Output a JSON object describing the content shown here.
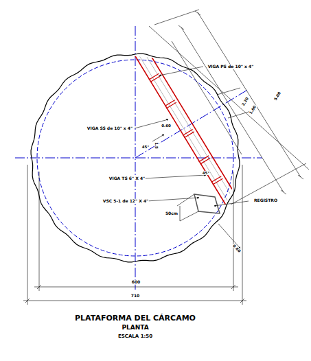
{
  "diagram": {
    "title": "PLATAFORMA DEL CÁRCAMO",
    "labels": [
      "VIGA PS de 10\" x 4\"",
      "VIGA SS de 10\" x 4\"",
      "VIGA TS 6\" X 4\"",
      "VSC 5-1 de 12\" X 4\"",
      "REGISTRO",
      "50cm",
      "0.60",
      "600",
      "710",
      "45°",
      "0.60",
      "45°",
      "1.5",
      "2.20",
      "1.60",
      "5.00",
      "PLANTA",
      "ESCALA 1:50"
    ]
  }
}
